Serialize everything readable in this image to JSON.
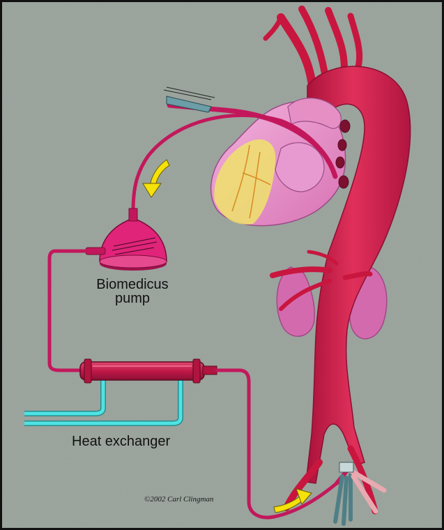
{
  "labels": {
    "pump_line1": "Biomedicus",
    "pump_line2": "pump",
    "heat_exchanger": "Heat exchanger",
    "copyright": "©2002 Carl Clingman"
  },
  "colors": {
    "background": "#9aa39c",
    "aorta": "#d01f4a",
    "tubing": "#c2185b",
    "pump": "#e0247a",
    "heart": "#e58fc4",
    "heart_fat": "#eee36b",
    "kidney": "#e07ab8",
    "water_lines": "#4fe3e3",
    "arrow": "#f4e20a"
  }
}
